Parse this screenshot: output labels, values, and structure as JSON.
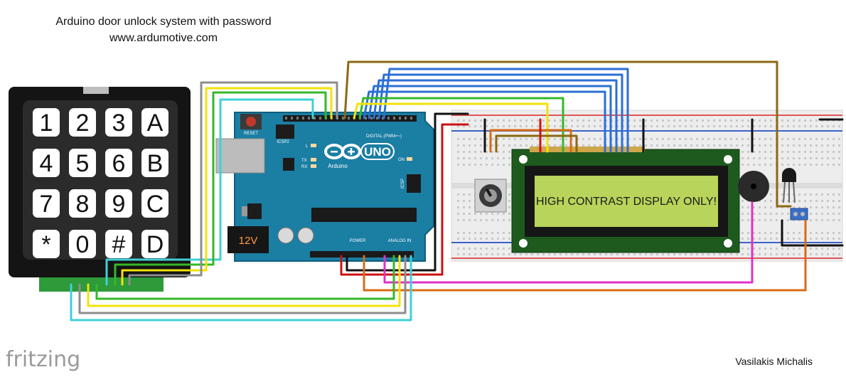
{
  "title_line1": "Arduino door unlock system with password",
  "title_line2": "www.ardumotive.com",
  "author": "Vasilakis Michalis",
  "watermark": "fritzing",
  "keypad": {
    "keys": [
      "1",
      "2",
      "3",
      "A",
      "4",
      "5",
      "6",
      "B",
      "7",
      "8",
      "9",
      "C",
      "*",
      "0",
      "#",
      "D"
    ]
  },
  "arduino": {
    "model": "UNO",
    "brand": "Arduino",
    "reset_label": "RESET",
    "icsp2_label": "ICSP2",
    "icsp_label": "ICSP",
    "digital_label": "DIGITAL (PWM=~)",
    "power_label": "POWER",
    "analog_label": "ANALOG IN",
    "tx_label": "TX",
    "rx_label": "RX",
    "l_label": "L",
    "on_label": "ON",
    "supply_label": "12V"
  },
  "lcd": {
    "text": "HIGH CONTRAST DISPLAY ONLY!"
  },
  "colors": {
    "board_blue": "#1b7ea3",
    "lcd_green": "#b8d45a",
    "wire_brown": "#8b6914",
    "wire_blue": "#2b6fd6",
    "wire_green": "#34b82a",
    "wire_yellow": "#f2e20a",
    "wire_cyan": "#3fd0d8",
    "wire_gray": "#8d8d8d",
    "wire_red": "#cc1111",
    "wire_orange": "#d96b16",
    "wire_magenta": "#e030c8",
    "wire_black": "#111111"
  }
}
